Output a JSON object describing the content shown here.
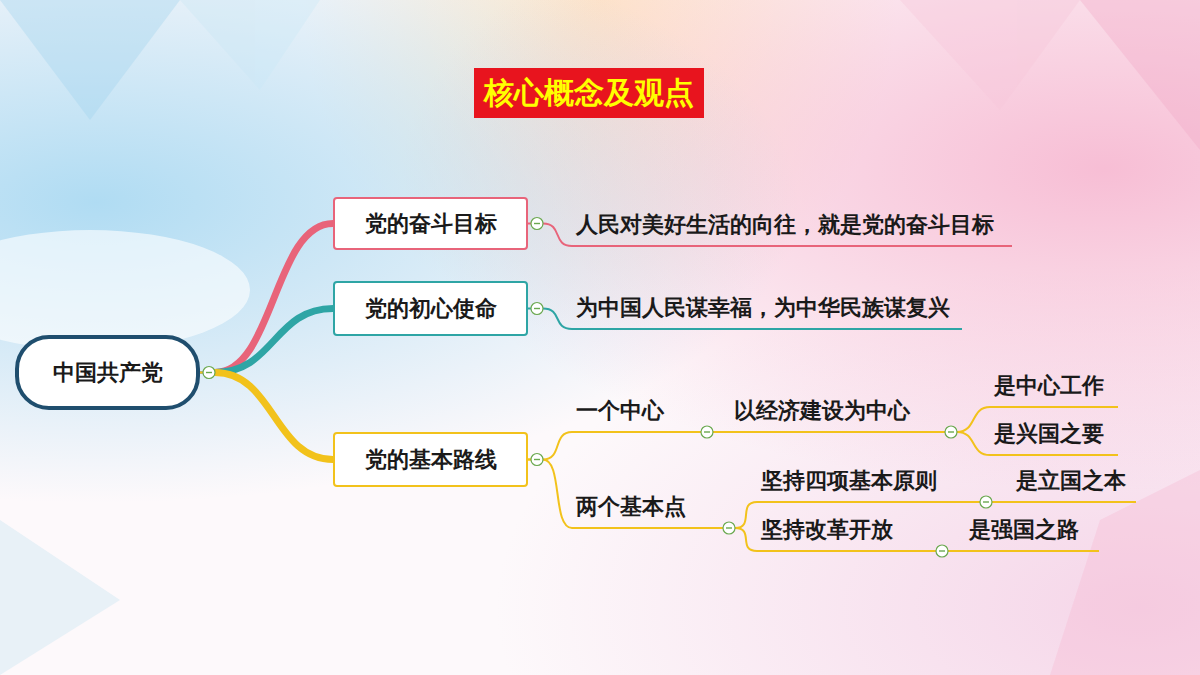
{
  "diagram": {
    "title": "核心概念及观点",
    "nodes": [
      {
        "text": [
          "中国共产党"
        ]
      },
      {
        "text": [
          "党的奋斗目标"
        ]
      },
      {
        "text": [
          "人民对美好生活的向往，就是党的奋斗目标"
        ]
      },
      {
        "text": [
          "党的初心使命"
        ]
      },
      {
        "text": [
          "为中国人民谋幸福，为中华民族谋复兴"
        ]
      },
      {
        "text": [
          "党的基本路线"
        ]
      },
      {
        "text": [
          "一个中心"
        ]
      },
      {
        "text": [
          "以经济建设为中心"
        ]
      },
      {
        "text": [
          "是中心工作"
        ]
      },
      {
        "text": [
          "是兴国之要"
        ]
      },
      {
        "text": [
          "两个基本点"
        ]
      },
      {
        "text": [
          "坚持四项基本原则"
        ]
      },
      {
        "text": [
          "是立国之本"
        ]
      },
      {
        "text": [
          "坚持改革开放"
        ]
      },
      {
        "text": [
          "是强国之路"
        ]
      }
    ],
    "edges": [
      {
        "from": 0,
        "to": 1,
        "arrow": "none"
      },
      {
        "from": 1,
        "to": 2,
        "arrow": "none"
      },
      {
        "from": 0,
        "to": 3,
        "arrow": "none"
      },
      {
        "from": 3,
        "to": 4,
        "arrow": "none"
      },
      {
        "from": 0,
        "to": 5,
        "arrow": "none"
      },
      {
        "from": 5,
        "to": 6,
        "arrow": "none"
      },
      {
        "from": 6,
        "to": 7,
        "arrow": "none"
      },
      {
        "from": 7,
        "to": 8,
        "arrow": "none"
      },
      {
        "from": 7,
        "to": 9,
        "arrow": "none"
      },
      {
        "from": 5,
        "to": 10,
        "arrow": "none"
      },
      {
        "from": 10,
        "to": 11,
        "arrow": "none"
      },
      {
        "from": 11,
        "to": 12,
        "arrow": "none"
      },
      {
        "from": 10,
        "to": 13,
        "arrow": "none"
      },
      {
        "from": 13,
        "to": 14,
        "arrow": "none"
      }
    ]
  }
}
